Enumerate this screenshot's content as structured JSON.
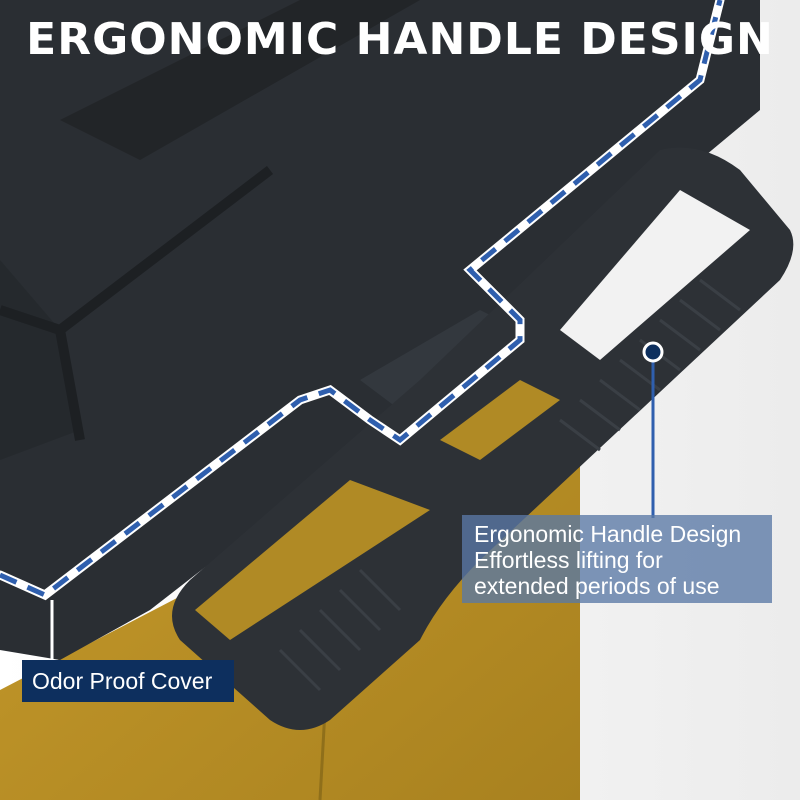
{
  "headline": "ERGONOMIC HANDLE DESIGN",
  "callouts": {
    "handle": {
      "title": "Ergonomic Handle Design",
      "line1": "Effortless lifting for",
      "line2": "extended periods of use"
    },
    "cover": {
      "title": "Odor Proof Cover"
    }
  },
  "colors": {
    "lid": "#2a2e33",
    "bin_fabric": "#b8902a",
    "dash_line": "#2f5fae",
    "cover_label_bg": "#0d2f5e",
    "handle_label_bg": "#5a78a5"
  }
}
